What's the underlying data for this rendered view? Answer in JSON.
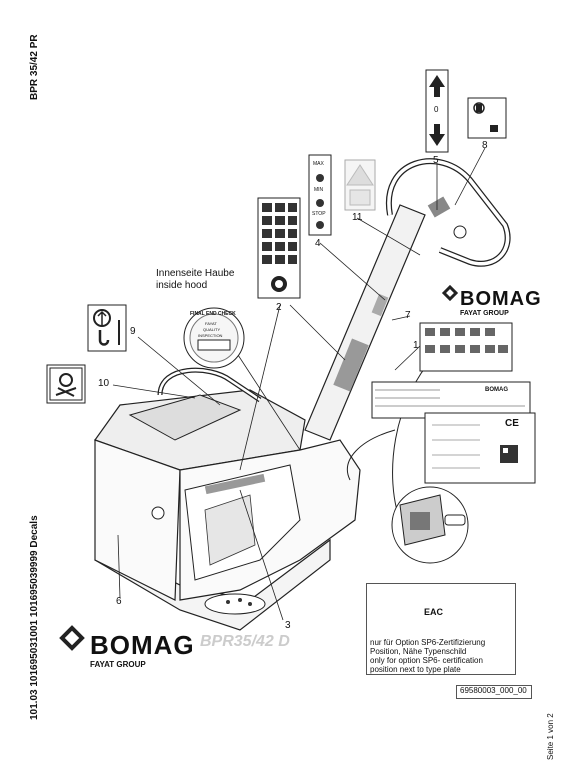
{
  "header": {
    "model": "BPR 35/42 PR",
    "part_numbers": "101.03 101695031001 101695039999 Decals"
  },
  "callouts": [
    "1",
    "2",
    "3",
    "4",
    "5",
    "6",
    "7",
    "8",
    "9",
    "10",
    "11"
  ],
  "hood_note": {
    "line1": "Innenseite Haube",
    "line2": "inside hood"
  },
  "decal_gauge": {
    "value": "0"
  },
  "decal_throttle": {
    "max": "MAX",
    "min": "MIN",
    "stop": "STOP"
  },
  "quality_decal": {
    "ring_text": "FINAL END CHECK",
    "inner_line1": "FAYAT",
    "inner_line2": "QUALITY",
    "inner_line3": "INSPECTION"
  },
  "brand": {
    "name": "BOMAG",
    "group": "FAYAT GROUP"
  },
  "type_plate": {
    "ce_mark": "CE",
    "brand": "BOMAG"
  },
  "eac_note": {
    "line1": "nur für Option SP6-Zertifizierung",
    "line2": "Position, Nähe Typenschild",
    "line3": "only for option SP6- certification",
    "line4": "position next to type plate",
    "mark": "EAC"
  },
  "machine_label": "BPR35/42 D",
  "drawing_number": "69580003_000_00",
  "page_number": "Seite 1 von 2",
  "colors": {
    "line": "#222222",
    "gray": "#888888",
    "light": "#dddddd"
  }
}
